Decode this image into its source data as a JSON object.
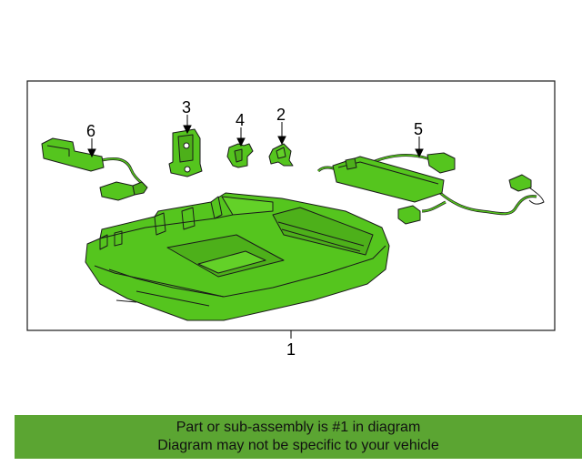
{
  "diagram": {
    "callouts": {
      "c1": "1",
      "c2": "2",
      "c3": "3",
      "c4": "4",
      "c5": "5",
      "c6": "6"
    },
    "part_color": "#55c51e",
    "outline_color": "#1a1a1a"
  },
  "banner": {
    "line1": "Part or sub-assembly is #1 in diagram",
    "line2": "Diagram may not be specific to your vehicle",
    "color": "#5ba532"
  }
}
